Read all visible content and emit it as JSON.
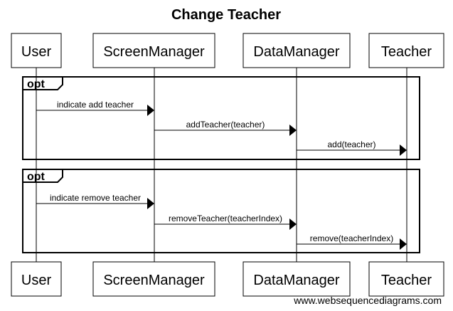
{
  "diagram": {
    "title": "Change Teacher",
    "participants": [
      {
        "id": "user",
        "label": "User"
      },
      {
        "id": "screen",
        "label": "ScreenManager"
      },
      {
        "id": "data",
        "label": "DataManager"
      },
      {
        "id": "teacher",
        "label": "Teacher"
      }
    ],
    "fragments": [
      {
        "operator": "opt",
        "messages": [
          {
            "from": "user",
            "to": "screen",
            "label": "indicate add teacher"
          },
          {
            "from": "screen",
            "to": "data",
            "label": "addTeacher(teacher)"
          },
          {
            "from": "data",
            "to": "teacher",
            "label": "add(teacher)"
          }
        ]
      },
      {
        "operator": "opt",
        "messages": [
          {
            "from": "user",
            "to": "screen",
            "label": "indicate remove teacher"
          },
          {
            "from": "screen",
            "to": "data",
            "label": "removeTeacher(teacherIndex)"
          },
          {
            "from": "data",
            "to": "teacher",
            "label": "remove(teacherIndex)"
          }
        ]
      }
    ],
    "watermark": "www.websequencediagrams.com"
  }
}
